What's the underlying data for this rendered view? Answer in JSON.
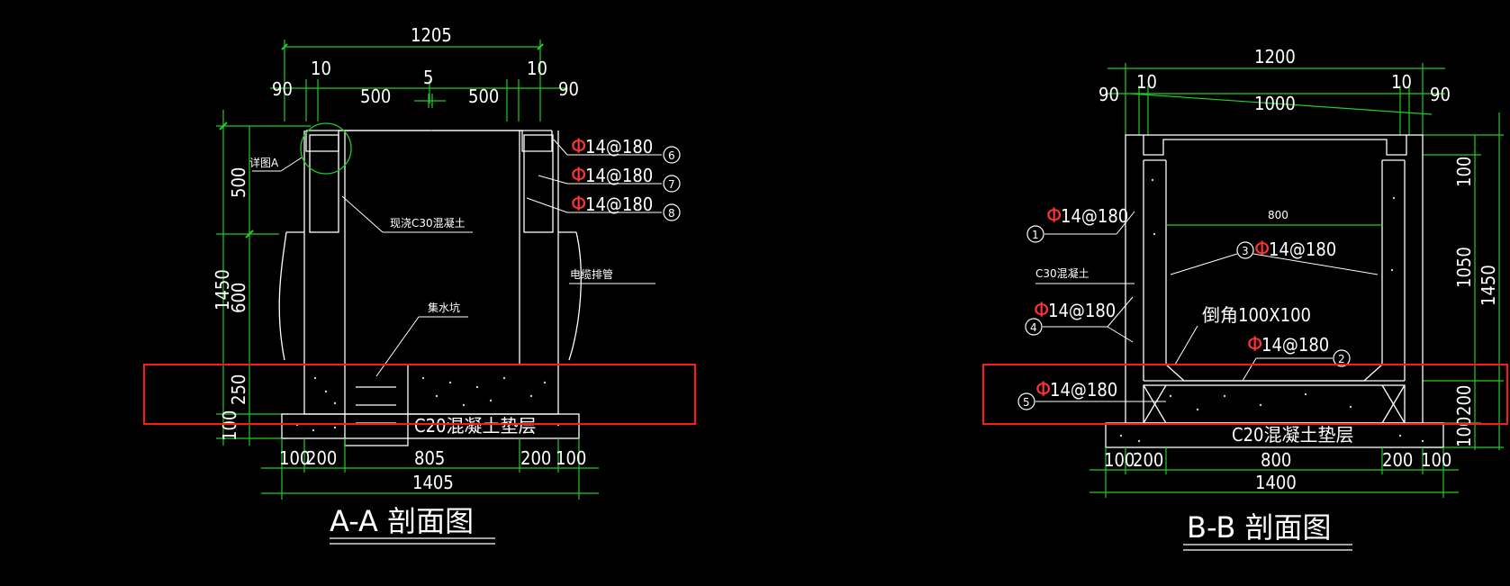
{
  "colors": {
    "background": "#000000",
    "outline": "#ffffff",
    "dimension": "#22cc22",
    "rebar_symbol": "#ff3333",
    "highlight_box": "#ff1a1a",
    "detail_circle": "#22cc22"
  },
  "section_aa": {
    "title": "A-A 剖面图",
    "top_dims": {
      "overall": "1205",
      "left_edge": "90",
      "right_edge": "90",
      "left_small": "10",
      "right_small": "10",
      "left_span": "500",
      "right_span": "500",
      "gap": "5"
    },
    "left_dims": {
      "total": "1450",
      "upper": "500",
      "middle": "600",
      "lower": "250",
      "base": "100"
    },
    "bottom_dims": {
      "overall": "1405",
      "d1": "100",
      "d2": "200",
      "d3": "805",
      "d4": "200",
      "d5": "100"
    },
    "labels": {
      "detail": "详图A",
      "concrete": "现浇C30混凝土",
      "cable": "电缆排管",
      "sump": "集水坑",
      "base_layer": "C20混凝土垫层"
    },
    "rebars": [
      {
        "spec": "14@180",
        "num": "6"
      },
      {
        "spec": "14@180",
        "num": "7"
      },
      {
        "spec": "14@180",
        "num": "8"
      }
    ]
  },
  "section_bb": {
    "title": "B-B 剖面图",
    "top_dims": {
      "overall": "1200",
      "inner": "1000",
      "left_edge": "90",
      "right_edge": "90",
      "left_small": "10",
      "right_small": "10"
    },
    "right_dims": {
      "total": "1450",
      "top": "100",
      "middle": "1050",
      "bottom_slab": "200",
      "base": "100"
    },
    "bottom_dims": {
      "overall": "1400",
      "d1": "100",
      "d2": "200",
      "d3": "800",
      "d4": "200",
      "d5": "100"
    },
    "inner_width": "800",
    "labels": {
      "concrete": "C30混凝土",
      "chamfer": "倒角100X100",
      "base_layer": "C20混凝土垫层"
    },
    "rebars": [
      {
        "spec": "14@180",
        "num": "1"
      },
      {
        "spec": "14@180",
        "num": "3"
      },
      {
        "spec": "14@180",
        "num": "4"
      },
      {
        "spec": "14@180",
        "num": "2"
      },
      {
        "spec": "14@180",
        "num": "5"
      }
    ]
  }
}
